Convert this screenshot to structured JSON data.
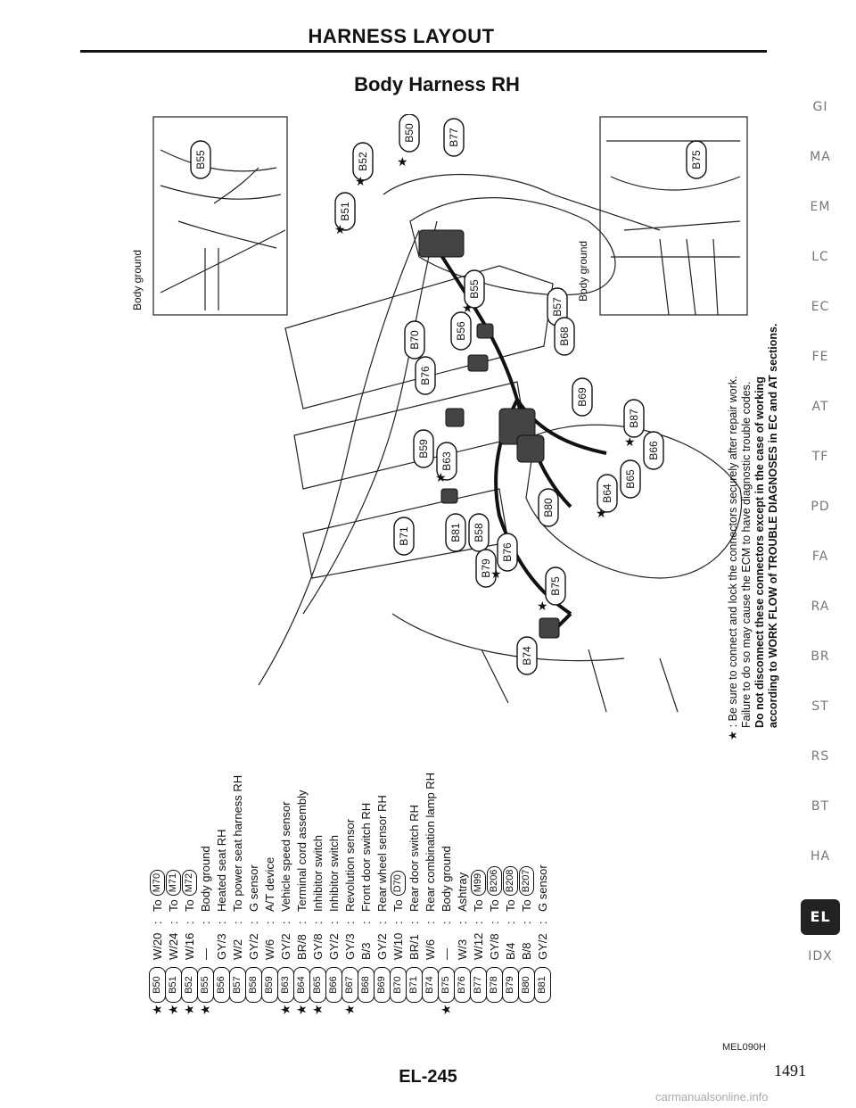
{
  "header": {
    "title": "HARNESS LAYOUT"
  },
  "section": {
    "title": "Body Harness RH"
  },
  "diagram": {
    "inset_left_label": "Body ground",
    "inset_right_label": "Body ground",
    "body_ground_label": "Body ground",
    "callouts": [
      "B55",
      "B50",
      "B77",
      "B52",
      "B51",
      "B75",
      "B55",
      "B57",
      "B56",
      "B70",
      "B68",
      "B76",
      "B69",
      "B87",
      "B59",
      "B63",
      "B66",
      "B65",
      "B64",
      "B80",
      "B71",
      "B81",
      "B58",
      "B76",
      "B79",
      "B75",
      "B74"
    ]
  },
  "legend": {
    "rows": [
      {
        "star": "★",
        "code": "B50",
        "color": "W/20",
        "desc": "To",
        "desc_code": "M70"
      },
      {
        "star": "★",
        "code": "B51",
        "color": "W/24",
        "desc": "To",
        "desc_code": "M71"
      },
      {
        "star": "★",
        "code": "B52",
        "color": "W/16",
        "desc": "To",
        "desc_code": "M72"
      },
      {
        "star": "★",
        "code": "B55",
        "color": "—",
        "desc": "Body ground",
        "desc_code": ""
      },
      {
        "star": "",
        "code": "B56",
        "color": "GY/3",
        "desc": "Heated seat RH",
        "desc_code": ""
      },
      {
        "star": "",
        "code": "B57",
        "color": "W/2",
        "desc": "To power seat harness RH",
        "desc_code": ""
      },
      {
        "star": "",
        "code": "B58",
        "color": "GY/2",
        "desc": "G sensor",
        "desc_code": ""
      },
      {
        "star": "",
        "code": "B59",
        "color": "W/6",
        "desc": "A/T device",
        "desc_code": ""
      },
      {
        "star": "★",
        "code": "B63",
        "color": "GY/2",
        "desc": "Vehicle speed sensor",
        "desc_code": ""
      },
      {
        "star": "★",
        "code": "B64",
        "color": "BR/8",
        "desc": "Terminal cord assembly",
        "desc_code": ""
      },
      {
        "star": "★",
        "code": "B65",
        "color": "GY/8",
        "desc": "Inhibitor switch",
        "desc_code": ""
      },
      {
        "star": "",
        "code": "B66",
        "color": "GY/2",
        "desc": "Inhibitor switch",
        "desc_code": ""
      },
      {
        "star": "★",
        "code": "B67",
        "color": "GY/3",
        "desc": "Revolution sensor",
        "desc_code": ""
      },
      {
        "star": "",
        "code": "B68",
        "color": "B/3",
        "desc": "Front door switch RH",
        "desc_code": ""
      },
      {
        "star": "",
        "code": "B69",
        "color": "GY/2",
        "desc": "Rear wheel sensor RH",
        "desc_code": ""
      },
      {
        "star": "",
        "code": "B70",
        "color": "W/10",
        "desc": "To",
        "desc_code": "D70"
      },
      {
        "star": "",
        "code": "B71",
        "color": "BR/1",
        "desc": "Rear door switch RH",
        "desc_code": ""
      },
      {
        "star": "",
        "code": "B74",
        "color": "W/6",
        "desc": "Rear combination lamp RH",
        "desc_code": ""
      },
      {
        "star": "★",
        "code": "B75",
        "color": "—",
        "desc": "Body ground",
        "desc_code": ""
      },
      {
        "star": "",
        "code": "B76",
        "color": "W/3",
        "desc": "Ashtray",
        "desc_code": ""
      },
      {
        "star": "",
        "code": "B77",
        "color": "W/12",
        "desc": "To",
        "desc_code": "M99"
      },
      {
        "star": "",
        "code": "B78",
        "color": "GY/8",
        "desc": "To",
        "desc_code": "B206"
      },
      {
        "star": "",
        "code": "B79",
        "color": "B/4",
        "desc": "To",
        "desc_code": "B208"
      },
      {
        "star": "",
        "code": "B80",
        "color": "B/8",
        "desc": "To",
        "desc_code": "B207"
      },
      {
        "star": "",
        "code": "B81",
        "color": "GY/2",
        "desc": "G sensor",
        "desc_code": ""
      }
    ]
  },
  "notes": {
    "line1": "★ : Be sure to connect and lock the connectors securely after repair work.",
    "line2": "Failure to do so may cause the ECM to have diagnostic trouble codes.",
    "line3": "Do not disconnect these connectors except in the case of working",
    "line4": "according to WORK FLOW of TROUBLE DIAGNOSES in EC and AT sections."
  },
  "side_tabs": {
    "items": [
      "GI",
      "MA",
      "EM",
      "LC",
      "EC",
      "FE",
      "AT",
      "TF",
      "PD",
      "FA",
      "RA",
      "BR",
      "ST",
      "RS",
      "BT",
      "HA",
      "EL",
      "IDX"
    ],
    "active": "EL"
  },
  "footer": {
    "figure_id": "MEL090H",
    "page_number": "EL-245",
    "folio": "1491",
    "watermark": "carmanualsonline.info"
  }
}
